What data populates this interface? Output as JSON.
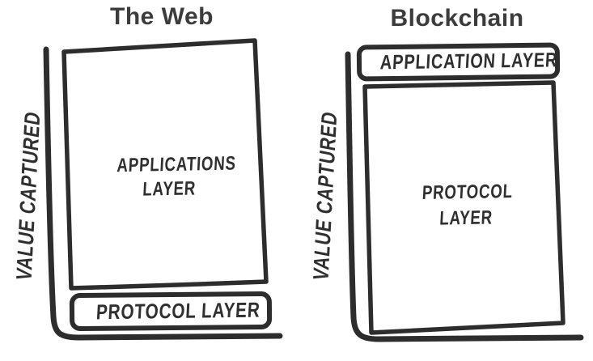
{
  "web_panel": {
    "title": "The Web",
    "value_axis_label": "VALUE CAPTURED",
    "applications_layer": {
      "line1": "APPLICATIONS",
      "line2": "LAYER"
    },
    "protocol_layer": {
      "label": "PROTOCOL LAYER"
    }
  },
  "blockchain_panel": {
    "title": "Blockchain",
    "value_axis_label": "VALUE CAPTURED",
    "application_layer": {
      "label": "APPLICATION LAYER"
    },
    "protocol_layer": {
      "line1": "PROTOCOL",
      "line2": "LAYER"
    }
  },
  "colors": {
    "ink": "#2d2d2d",
    "title_text": "#3c3c3c",
    "background": "#ffffff"
  }
}
